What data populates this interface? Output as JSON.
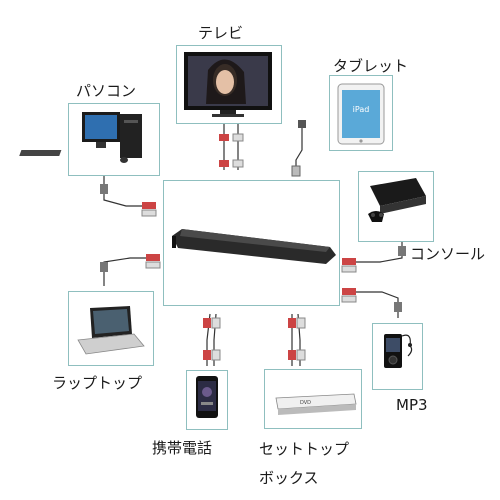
{
  "labels": {
    "tv": "テレビ",
    "tablet": "タブレット",
    "pc": "パソコン",
    "console": "コンソール",
    "laptop": "ラップトップ",
    "mp3": "MP3",
    "phone": "携帯電話",
    "stb_line1": "セットトップ",
    "stb_line2": "ボックス"
  },
  "device_texts": {
    "tablet_brand": "iPad",
    "stb_brand": "DVD"
  }
}
